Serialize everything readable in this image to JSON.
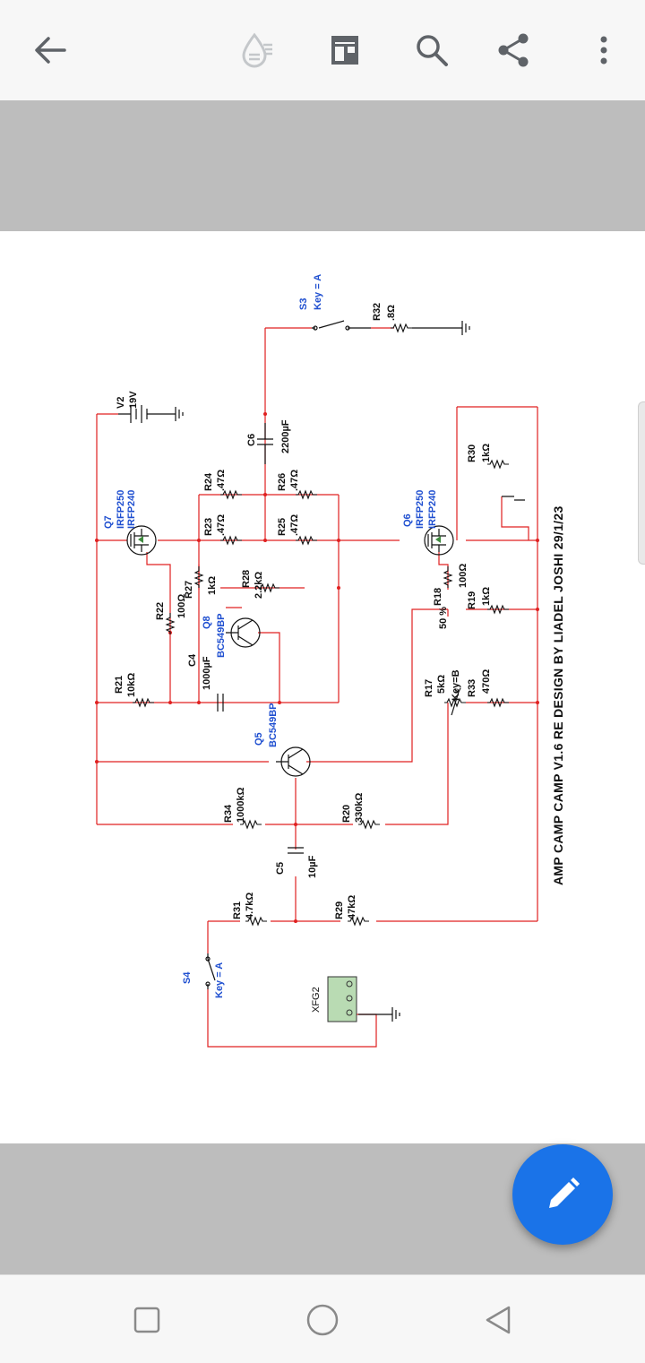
{
  "toolbar": {
    "icons": [
      "back-arrow-icon",
      "ink-drop-icon",
      "page-layout-icon",
      "search-icon",
      "share-icon",
      "more-vert-icon"
    ]
  },
  "navbar": {
    "icons": [
      "recent-apps-icon",
      "home-icon",
      "back-triangle-icon"
    ]
  },
  "fab": {
    "icon": "edit-pencil-icon",
    "color": "#1a73e8"
  },
  "schematic": {
    "title": "AMP CAMP CAMP V1.6 RE DESIGN BY LIADEL JOSHI 29/1/23",
    "components": {
      "v2": {
        "ref": "V2",
        "value": "19V"
      },
      "q7": {
        "ref": "Q7",
        "p1": "IRFP250",
        "p2": "IRFP240"
      },
      "q6": {
        "ref": "Q6",
        "p1": "IRFP250",
        "p2": "IRFP240"
      },
      "q8": {
        "ref": "Q8",
        "part": "BC549BP"
      },
      "q5": {
        "ref": "Q5",
        "part": "BC549BP"
      },
      "c6": {
        "ref": "C6",
        "value": "2200µF"
      },
      "c4": {
        "ref": "C4",
        "value": "1000µF"
      },
      "c5": {
        "ref": "C5",
        "value": "10µF"
      },
      "r24": {
        "ref": "R24",
        "value": ".47Ω"
      },
      "r23": {
        "ref": "R23",
        "value": ".47Ω"
      },
      "r26": {
        "ref": "R26",
        "value": ".47Ω"
      },
      "r25": {
        "ref": "R25",
        "value": ".47Ω"
      },
      "r27": {
        "ref": "R27",
        "value": "1kΩ"
      },
      "r28": {
        "ref": "R28",
        "value": "2.2kΩ"
      },
      "r22": {
        "ref": "R22",
        "value": "100Ω"
      },
      "r21": {
        "ref": "R21",
        "value": "10kΩ"
      },
      "r34": {
        "ref": "R34",
        "value": "1000kΩ"
      },
      "r20": {
        "ref": "R20",
        "value": "330kΩ"
      },
      "r31": {
        "ref": "R31",
        "value": "4.7kΩ"
      },
      "r29": {
        "ref": "R29",
        "value": "47kΩ"
      },
      "r30": {
        "ref": "R30",
        "value": "1kΩ"
      },
      "r18": {
        "ref": "R18",
        "value": "100Ω"
      },
      "r19": {
        "ref": "R19",
        "value": "1kΩ"
      },
      "r17": {
        "ref": "R17",
        "value": "5kΩ",
        "key": "Key=B",
        "pct": "50 %"
      },
      "r33": {
        "ref": "R33",
        "value": "470Ω"
      },
      "r32": {
        "ref": "R32",
        "value": ".8Ω"
      },
      "s3": {
        "ref": "S3",
        "key": "Key = A"
      },
      "s4": {
        "ref": "S4",
        "key": "Key = A"
      },
      "xfg2": {
        "ref": "XFG2"
      }
    }
  }
}
